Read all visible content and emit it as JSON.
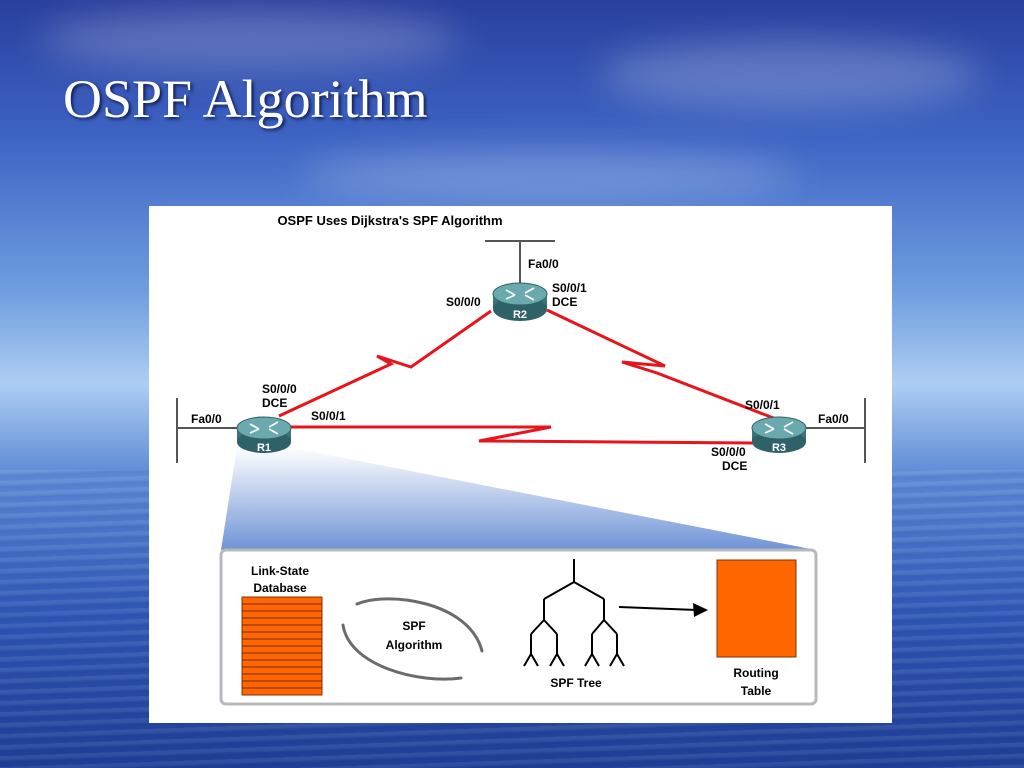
{
  "slide": {
    "title": "OSPF Algorithm"
  },
  "figure": {
    "title": "OSPF Uses Dijkstra's SPF Algorithm",
    "routers": {
      "r1": "R1",
      "r2": "R2",
      "r3": "R3"
    },
    "interfaces": {
      "r2_fa": "Fa0/0",
      "r2_s000": "S0/0/0",
      "r2_s001": "S0/0/1",
      "r2_dce": "DCE",
      "r1_s000": "S0/0/0",
      "r1_dce": "DCE",
      "r1_s001": "S0/0/1",
      "r1_fa": "Fa0/0",
      "r3_s001": "S0/0/1",
      "r3_fa": "Fa0/0",
      "r3_s000": "S0/0/0",
      "r3_dce": "DCE"
    },
    "detail": {
      "lsdb_line1": "Link-State",
      "lsdb_line2": "Database",
      "spf_line1": "SPF",
      "spf_line2": "Algorithm",
      "spf_tree": "SPF Tree",
      "rt_line1": "Routing",
      "rt_line2": "Table"
    },
    "colors": {
      "link": "#e8141b",
      "router": "#5d9aa0",
      "db": "#ff6600"
    }
  }
}
